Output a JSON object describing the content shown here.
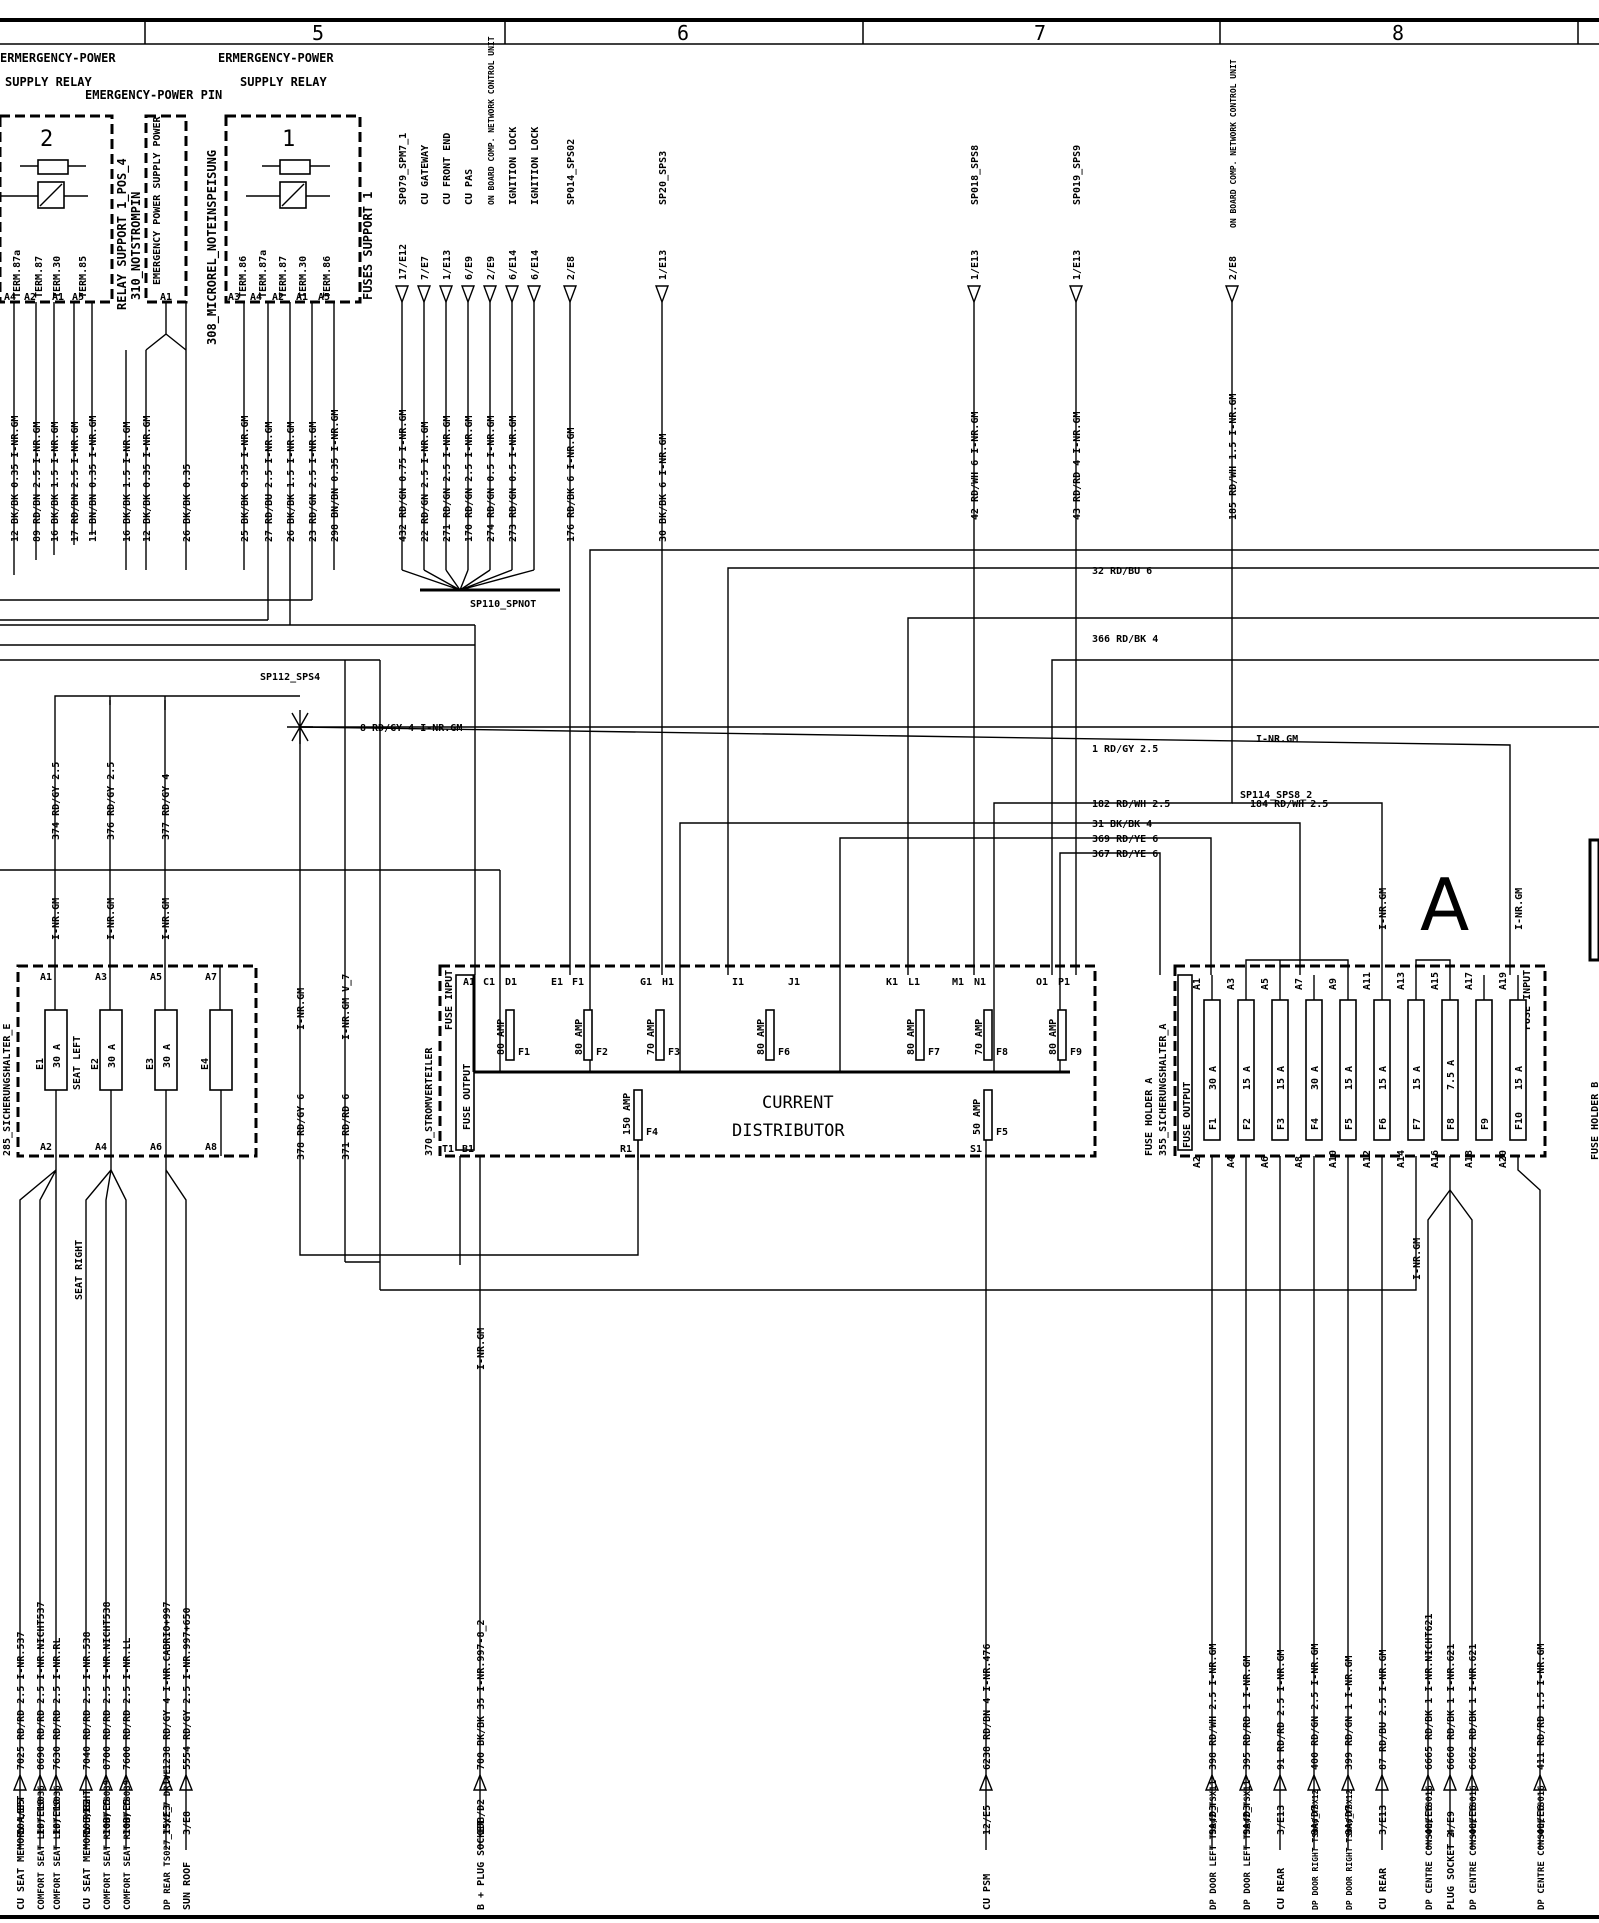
{
  "columns": [
    "5",
    "6",
    "7",
    "8"
  ],
  "relays": {
    "relay2_title": [
      "ERMERGENCY-POWER",
      "SUPPLY RELAY"
    ],
    "relay1_title": [
      "ERMERGENCY-POWER",
      "SUPPLY RELAY"
    ],
    "pin_title": "EMERGENCY-POWER PIN",
    "relay2_num": "2",
    "relay1_num": "1",
    "relay_support_1": "RELAY SUPPORT 1_POS_4",
    "notstrom": "310_NOTSTROMPIN",
    "emergency_power_supply": "EMERGENCY POWER SUPPLY POWER",
    "microrel": "308_MICROREL_NOTEINSPEISUNG",
    "fuses_support": "FUSES SUPPORT 1",
    "terminals": [
      "TERM.87a",
      "TERM.87",
      "TERM.30",
      "TERM.85",
      "TERM.86"
    ],
    "pins_relay2": [
      "A4",
      "A2",
      "A1",
      "A5"
    ],
    "pins_relay1": [
      "A3",
      "A4",
      "A2",
      "A1",
      "A5"
    ],
    "pin_a1": "A1"
  },
  "top_connectors": [
    {
      "pin": "17/E12",
      "name": "SP079_SPM7_1"
    },
    {
      "pin": "7/E7",
      "name": "CU GATEWAY"
    },
    {
      "pin": "1/E13",
      "name": "CU FRONT END"
    },
    {
      "pin": "6/E9",
      "name": "CU PAS"
    },
    {
      "pin": "2/E9",
      "name": "ON BOARD COMP. NETWORK CONTROL UNIT"
    },
    {
      "pin": "6/E14",
      "name": "IGNITION LOCK"
    },
    {
      "pin": "6/E14",
      "name": "IGNITION LOCK"
    },
    {
      "pin": "2/E8",
      "name": "SP014_SPS02"
    },
    {
      "pin": "1/E13",
      "name": "SP20_SPS3"
    },
    {
      "pin": "1/E13",
      "name": "SP018_SPS8"
    },
    {
      "pin": "1/E13",
      "name": "SP019_SPS9"
    },
    {
      "pin": "2/E8",
      "name": "ON BOARD COMP. NETWORK CONTROL UNIT"
    }
  ],
  "top_wires_left": [
    "12 BK/BK 0.35 I-NR.GM",
    "89 RD/BN 2.5 I-NR.GM",
    "16 BK/BK 1.5 I-NR.GM",
    "17 RD/BN 2.5 I-NR.GM",
    "11 BN/BN 0.35 I-NR.GM",
    "16 BK/BK 1.5 I-NR.GM",
    "12 BK/BK 0.35 I-NR.GM",
    "26 BK/BK 0.35",
    "25 BK/BK 0.35 I-NR.GM",
    "27 RD/BU 2.5 I-NR.GM",
    "26 BK/BK 1.5 I-NR.GM",
    "23 RD/GN 2.5 I-NR.GM",
    "298 BN/BN 0.35 I-NR.GM"
  ],
  "top_wires_mid": [
    "432 RD/GN 0.75 I-NR.GM",
    "22 RD/GN 2.5 I-NR.GM",
    "271 RD/GN 2.5 I-NR.GM",
    "170 RD/GN 2.5 I-NR.GM",
    "274 RD/GN 0.5 I-NR.GM",
    "273 RD/GN 0.5 I-NR.GM",
    "176 RD/BK 6 I-NR.GM",
    "30 BK/BK 6 I-NR.GM",
    "42 RD/WH 6 I-NR.GM",
    "43 RD/RD 4 I-NR.GM",
    "185 RD/WH 1.5 I-NR.GM"
  ],
  "splices": {
    "sp110": "SP110_SPNOT",
    "sp112": "SP112_SPS4",
    "sp114": "SP114_SPS8_2"
  },
  "bus_wires": [
    "32 RD/BU 6",
    "366 RD/BK 4",
    "8 RD/GY 4 I-NR.GM",
    "1 RD/GY 2.5",
    "I-NR.GM",
    "182 RD/WH 2.5",
    "184 RD/WH 2.5",
    "31 BK/BK 4",
    "369 RD/YE 6",
    "367 RD/YE 6"
  ],
  "seat_fuse_holder": {
    "name": "285_SICHERUNGSHALTER_E",
    "top_pins": [
      "A1",
      "A3",
      "A5",
      "A7"
    ],
    "bottom_pins": [
      "A2",
      "A4",
      "A6",
      "A8"
    ],
    "fuses": [
      {
        "id": "E1",
        "rating": "30 A"
      },
      {
        "id": "E2",
        "rating": "30 A"
      },
      {
        "id": "E3",
        "rating": "30 A"
      },
      {
        "id": "E4",
        "rating": ""
      }
    ],
    "seat_left": "SEAT LEFT",
    "seat_right": "SEAT RIGHT",
    "wires_in": [
      "374 RD/GY 2.5",
      "376 RD/GY 2.5",
      "377 RD/GY 4"
    ],
    "wire_gm": "I-NR.GM",
    "wire_v7": "I-NR.GM V_7",
    "wire_378": "378 RD/GY 6",
    "wire_371": "371 RD/RD 6"
  },
  "distributor": {
    "name": "370_STROMVERTEILER",
    "fuse_input": "FUSE INPUT",
    "fuse_output": "FUSE OUTPUT",
    "title": [
      "CURRENT",
      "DISTRIBUTOR"
    ],
    "top_pins": [
      "A1",
      "C1",
      "D1",
      "E1",
      "F1",
      "G1",
      "H1",
      "I1",
      "J1",
      "K1",
      "L1",
      "M1",
      "N1",
      "O1",
      "P1"
    ],
    "bottom_pins": [
      "T1",
      "B1",
      "R1",
      "S1"
    ],
    "fuses": [
      {
        "id": "F1",
        "rating": "80 AMP"
      },
      {
        "id": "F2",
        "rating": "80 AMP"
      },
      {
        "id": "F3",
        "rating": "70 AMP"
      },
      {
        "id": "F6",
        "rating": "80 AMP"
      },
      {
        "id": "F7",
        "rating": "80 AMP"
      },
      {
        "id": "F8",
        "rating": "70 AMP"
      },
      {
        "id": "F9",
        "rating": "80 AMP"
      },
      {
        "id": "F4",
        "rating": "150 AMP"
      },
      {
        "id": "F5",
        "rating": "50 AMP"
      }
    ],
    "wire_gm": "I-NR.GM"
  },
  "fuse_holder_a": {
    "name": [
      "FUSE HOLDER A",
      "355_SICHERUNGSHALTER_A"
    ],
    "fuse_output": "FUSE OUTPUT",
    "fuse_input": "FUSE INPUT",
    "big_label": "A",
    "top_pins": [
      "A1",
      "A3",
      "A5",
      "A7",
      "A9",
      "A11",
      "A13",
      "A15",
      "A17",
      "A19"
    ],
    "bottom_pins": [
      "A2",
      "A4",
      "A6",
      "A8",
      "A10",
      "A12",
      "A14",
      "A16",
      "A18",
      "A20"
    ],
    "fuses": [
      {
        "id": "F1",
        "rating": "30 A"
      },
      {
        "id": "F2",
        "rating": "15 A"
      },
      {
        "id": "F3",
        "rating": "15 A"
      },
      {
        "id": "F4",
        "rating": "30 A"
      },
      {
        "id": "F5",
        "rating": "15 A"
      },
      {
        "id": "F6",
        "rating": "15 A"
      },
      {
        "id": "F7",
        "rating": "15 A"
      },
      {
        "id": "F8",
        "rating": "7.5 A"
      },
      {
        "id": "F9",
        "rating": ""
      },
      {
        "id": "F10",
        "rating": "15 A"
      }
    ],
    "wire_gm": "I-NR.GM"
  },
  "fuse_holder_b": "FUSE HOLDER B",
  "bottom_circuits": [
    {
      "desc": "CU SEAT MEMORY LEFT",
      "conn": "10A/E5",
      "wire": "7025 RD/RD 2.5 I-NR.537"
    },
    {
      "desc": "COMFORT SEAT LEFT TS036",
      "conn": "10/E10",
      "wire": "8690 RD/RD 2.5 I-NR.NICHT537"
    },
    {
      "desc": "COMFORT SEAT LEFT TS036",
      "conn": "10/E10",
      "wire": "7630 RD/RD 2.5 I-NR.RL"
    },
    {
      "desc": "CU SEAT MEMORY RIGHT",
      "conn": "10B/E2",
      "wire": "7040 RD/RD 2.5 I-NR.538"
    },
    {
      "desc": "COMFORT SEAT RIGHT TS039",
      "conn": "10B/E5",
      "wire": "8700 RD/RD 2.5 I-NR.NICHT538"
    },
    {
      "desc": "COMFORT SEAT RIGHT TS039",
      "conn": "10B/E5",
      "wire": "7600 RD/RD 2.5 I-NR.LL"
    },
    {
      "desc": "DP REAR TS027_TSX2_7 DRIVE",
      "conn": "15/E3",
      "wire": "1238 RD/GY 4 I-NR.CABRIO+997"
    },
    {
      "desc": "SUN ROOF",
      "conn": "3/E8",
      "wire": "5554 RD/GY 2.5 I-NR.997+650"
    },
    {
      "desc": "B + PLUG SOCKET",
      "conn": "10B/D2",
      "wire": "700 BK/BK 35 I-NR.997-8_2"
    },
    {
      "desc": "CU PSM",
      "conn": "12/E5",
      "wire": "6238 RD/BN 4 I-NR.476"
    },
    {
      "desc": "DP DOOR LEFT TS042_TSX11",
      "conn": "9A/D3",
      "wire": "398 RD/WH 2.5 I-NR.GM"
    },
    {
      "desc": "DP DOOR LEFT TS042_TSX11",
      "conn": "9A/D3",
      "wire": "395 RD/RD 1 I-NR.GM"
    },
    {
      "desc": "CU REAR",
      "conn": "3/E13",
      "wire": "91 RD/RD 2.5 I-NR.GM"
    },
    {
      "desc": "DP DOOR RIGHT TS046_TSX12",
      "conn": "9A/D7",
      "wire": "400 RD/GN 2.5 I-NR.GM"
    },
    {
      "desc": "DP DOOR RIGHT TS046_TSX12",
      "conn": "9A/D7",
      "wire": "399 RD/GN 1 I-NR.GM"
    },
    {
      "desc": "CU REAR",
      "conn": "3/E13",
      "wire": "87 RD/BU 2.5 I-NR.GM"
    },
    {
      "desc": "DP CENTRE CONSOLE TS016",
      "conn": "40/E6",
      "wire": "6665 RD/BK 1 I-NR.NICHT621"
    },
    {
      "desc": "PLUG SOCKET 2",
      "conn": "4/E9",
      "wire": "6660 RD/BK 1 I-NR.621"
    },
    {
      "desc": "DP CENTRE CONSOLE TS016",
      "conn": "40/E6",
      "wire": "6662 RD/BK 1 I-NR.621"
    },
    {
      "desc": "DP CENTRE CONSOLE TS016",
      "conn": "40/E6",
      "wire": "411 RD/RD 1.5 I-NR.GM"
    }
  ]
}
